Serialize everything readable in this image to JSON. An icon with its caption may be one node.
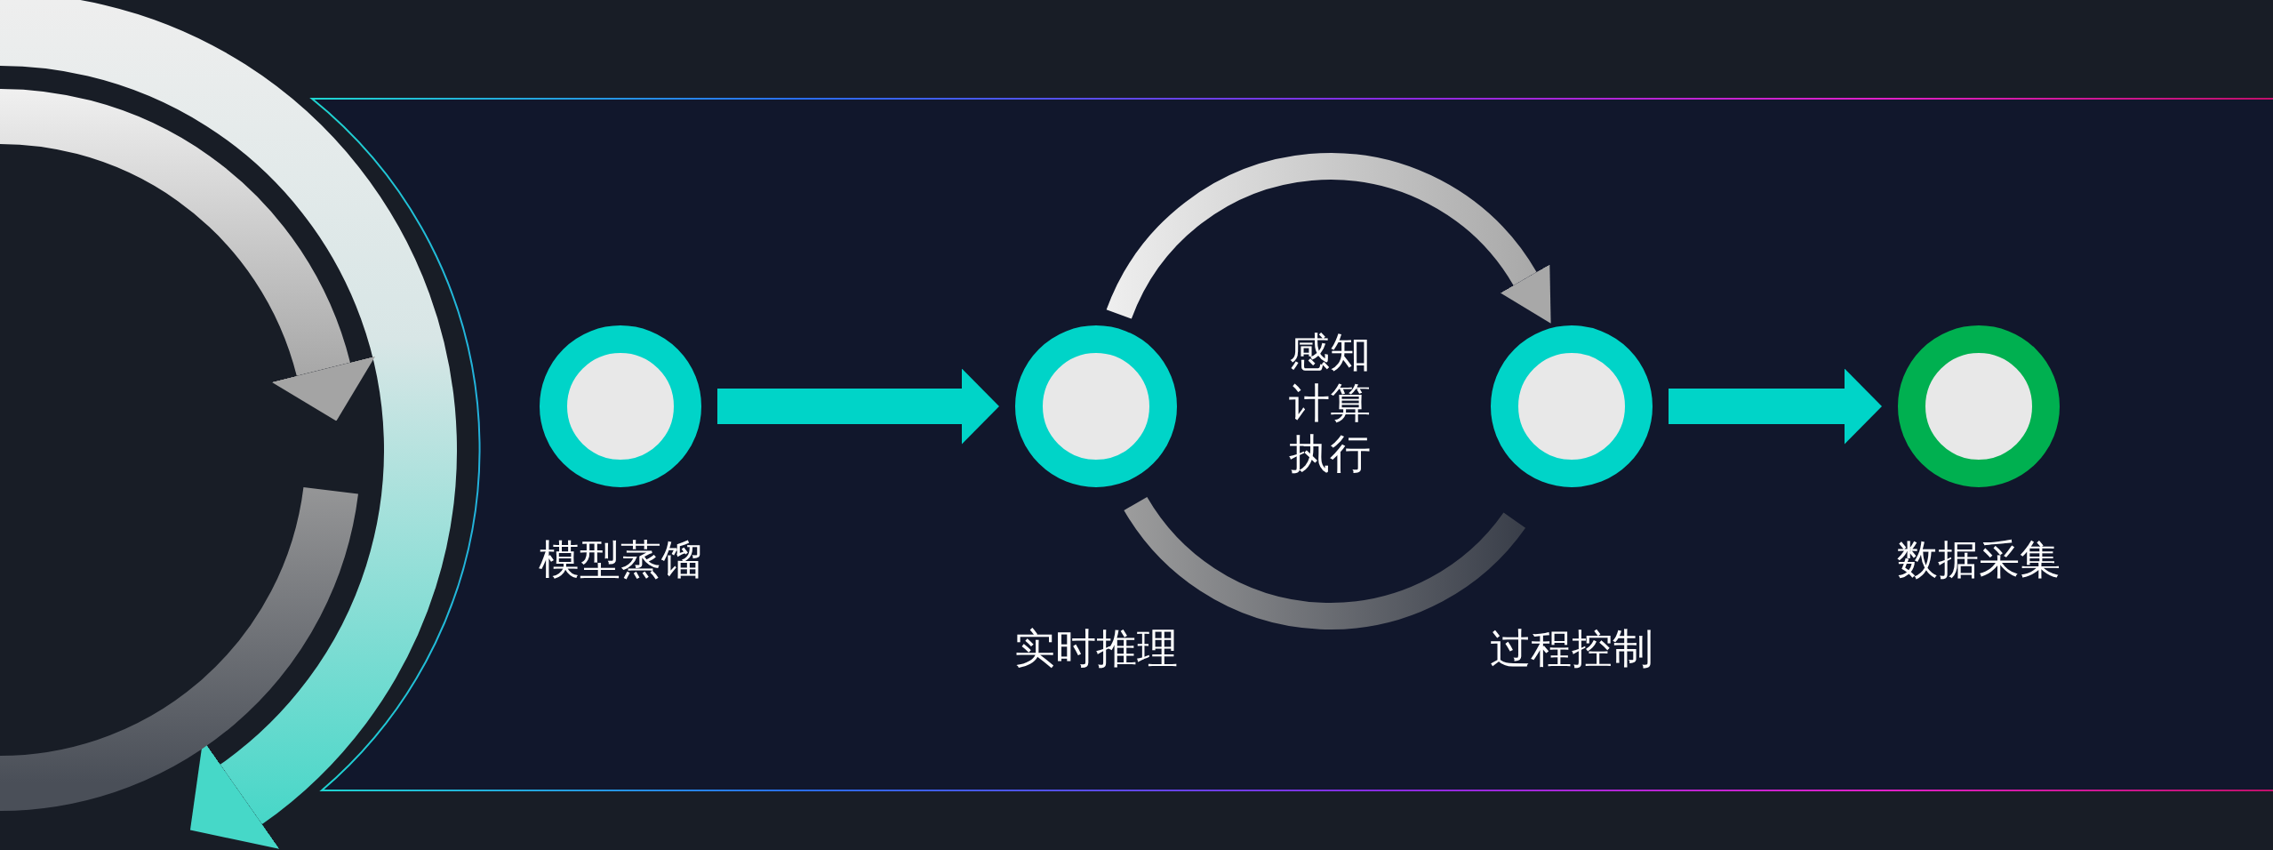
{
  "diagram": {
    "nodes": [
      {
        "text": [],
        "shape": "circle",
        "beside": [
          "模型蒸馏"
        ]
      },
      {
        "text": [],
        "shape": "circle",
        "beside": [
          "实时推理"
        ]
      },
      {
        "text": [],
        "shape": "circle",
        "beside": [
          "过程控制"
        ]
      },
      {
        "text": [],
        "shape": "circle",
        "beside": [
          "数据采集"
        ]
      }
    ],
    "edges": [
      {
        "from": 0,
        "to": 1,
        "arrow": "to"
      },
      {
        "from": 1,
        "to": 2,
        "arrow": "to"
      },
      {
        "from": 2,
        "to": 1,
        "arrow": "none"
      },
      {
        "from": 2,
        "to": 3,
        "arrow": "to"
      }
    ],
    "labels": [
      "感知",
      "计算",
      "执行"
    ]
  }
}
